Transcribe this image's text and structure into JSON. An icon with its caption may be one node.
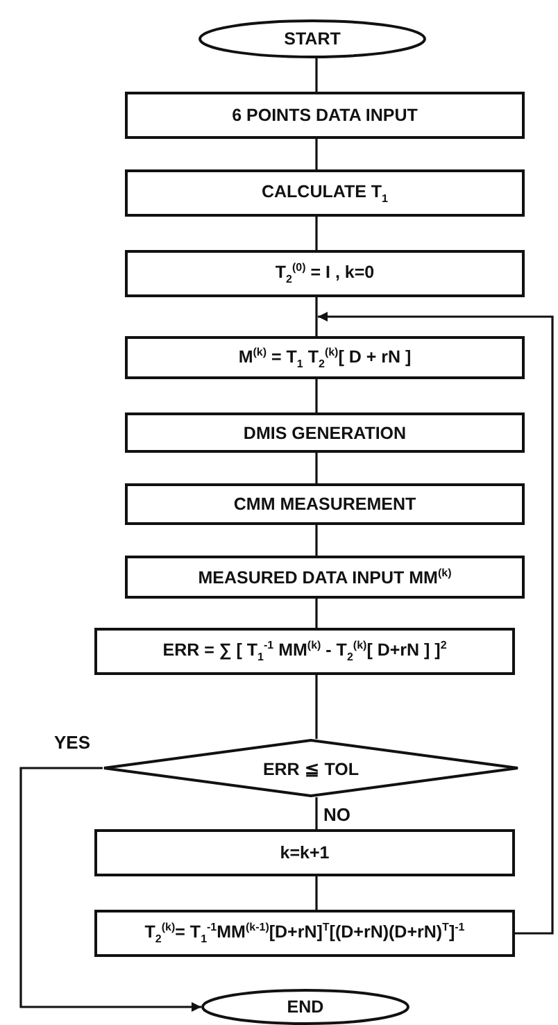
{
  "diagram": {
    "nodes": [
      {
        "text": [
          "START"
        ]
      },
      {
        "text": [
          "6 POINTS DATA INPUT"
        ]
      },
      {
        "text": [
          "CALCULATE T$_{1}$"
        ]
      },
      {
        "text": [
          "T$_{2}$$^{(0)}$ = I , k=0"
        ]
      },
      {
        "text": [
          "M$^{(k)}$ = T$_{1}$ T$_{2}$$^{(k)}$[ D + rN ]"
        ]
      },
      {
        "text": [
          "DMIS GENERATION"
        ]
      },
      {
        "text": [
          "CMM MEASUREMENT"
        ]
      },
      {
        "text": [
          "MEASURED DATA INPUT MM$^{(k)}$"
        ]
      },
      {
        "text": [
          "ERR = ∑ [ T$_{1}$$^{-1}$ MM$^{(k)}$ - T$_{2}$$^{(k)}$[ D+rN ] ]$^{2}$"
        ]
      },
      {
        "text": [
          "ERR ≦ TOL"
        ]
      },
      {
        "text": [
          "k=k+1"
        ]
      },
      {
        "text": [
          "T$_{2}$$^{(k)}$= T$_{1}$$^{-1}$MM$^{(k-1)}$[D+rN]$^{T}$[(D+rN)(D+rN)$^{T}$]$^{-1}$"
        ]
      },
      {
        "text": [
          "END"
        ]
      }
    ],
    "edges": [
      {
        "from": 0,
        "to": 1,
        "arrow": "none"
      },
      {
        "from": 1,
        "to": 2,
        "arrow": "none"
      },
      {
        "from": 2,
        "to": 3,
        "arrow": "none"
      },
      {
        "from": 3,
        "to": 4,
        "arrow": "none"
      },
      {
        "from": 4,
        "to": 5,
        "arrow": "none"
      },
      {
        "from": 5,
        "to": 6,
        "arrow": "none"
      },
      {
        "from": 6,
        "to": 7,
        "arrow": "none"
      },
      {
        "from": 7,
        "to": 8,
        "arrow": "none"
      },
      {
        "from": 8,
        "to": 9,
        "arrow": "none"
      },
      {
        "from": 9,
        "to": 10,
        "label": "NO",
        "arrow": "none"
      },
      {
        "from": 10,
        "to": 11,
        "arrow": "none"
      },
      {
        "from": 9,
        "to": 12,
        "label": "YES",
        "arrow": "to"
      },
      {
        "from": 11,
        "to": 4,
        "arrow": "to"
      }
    ]
  }
}
